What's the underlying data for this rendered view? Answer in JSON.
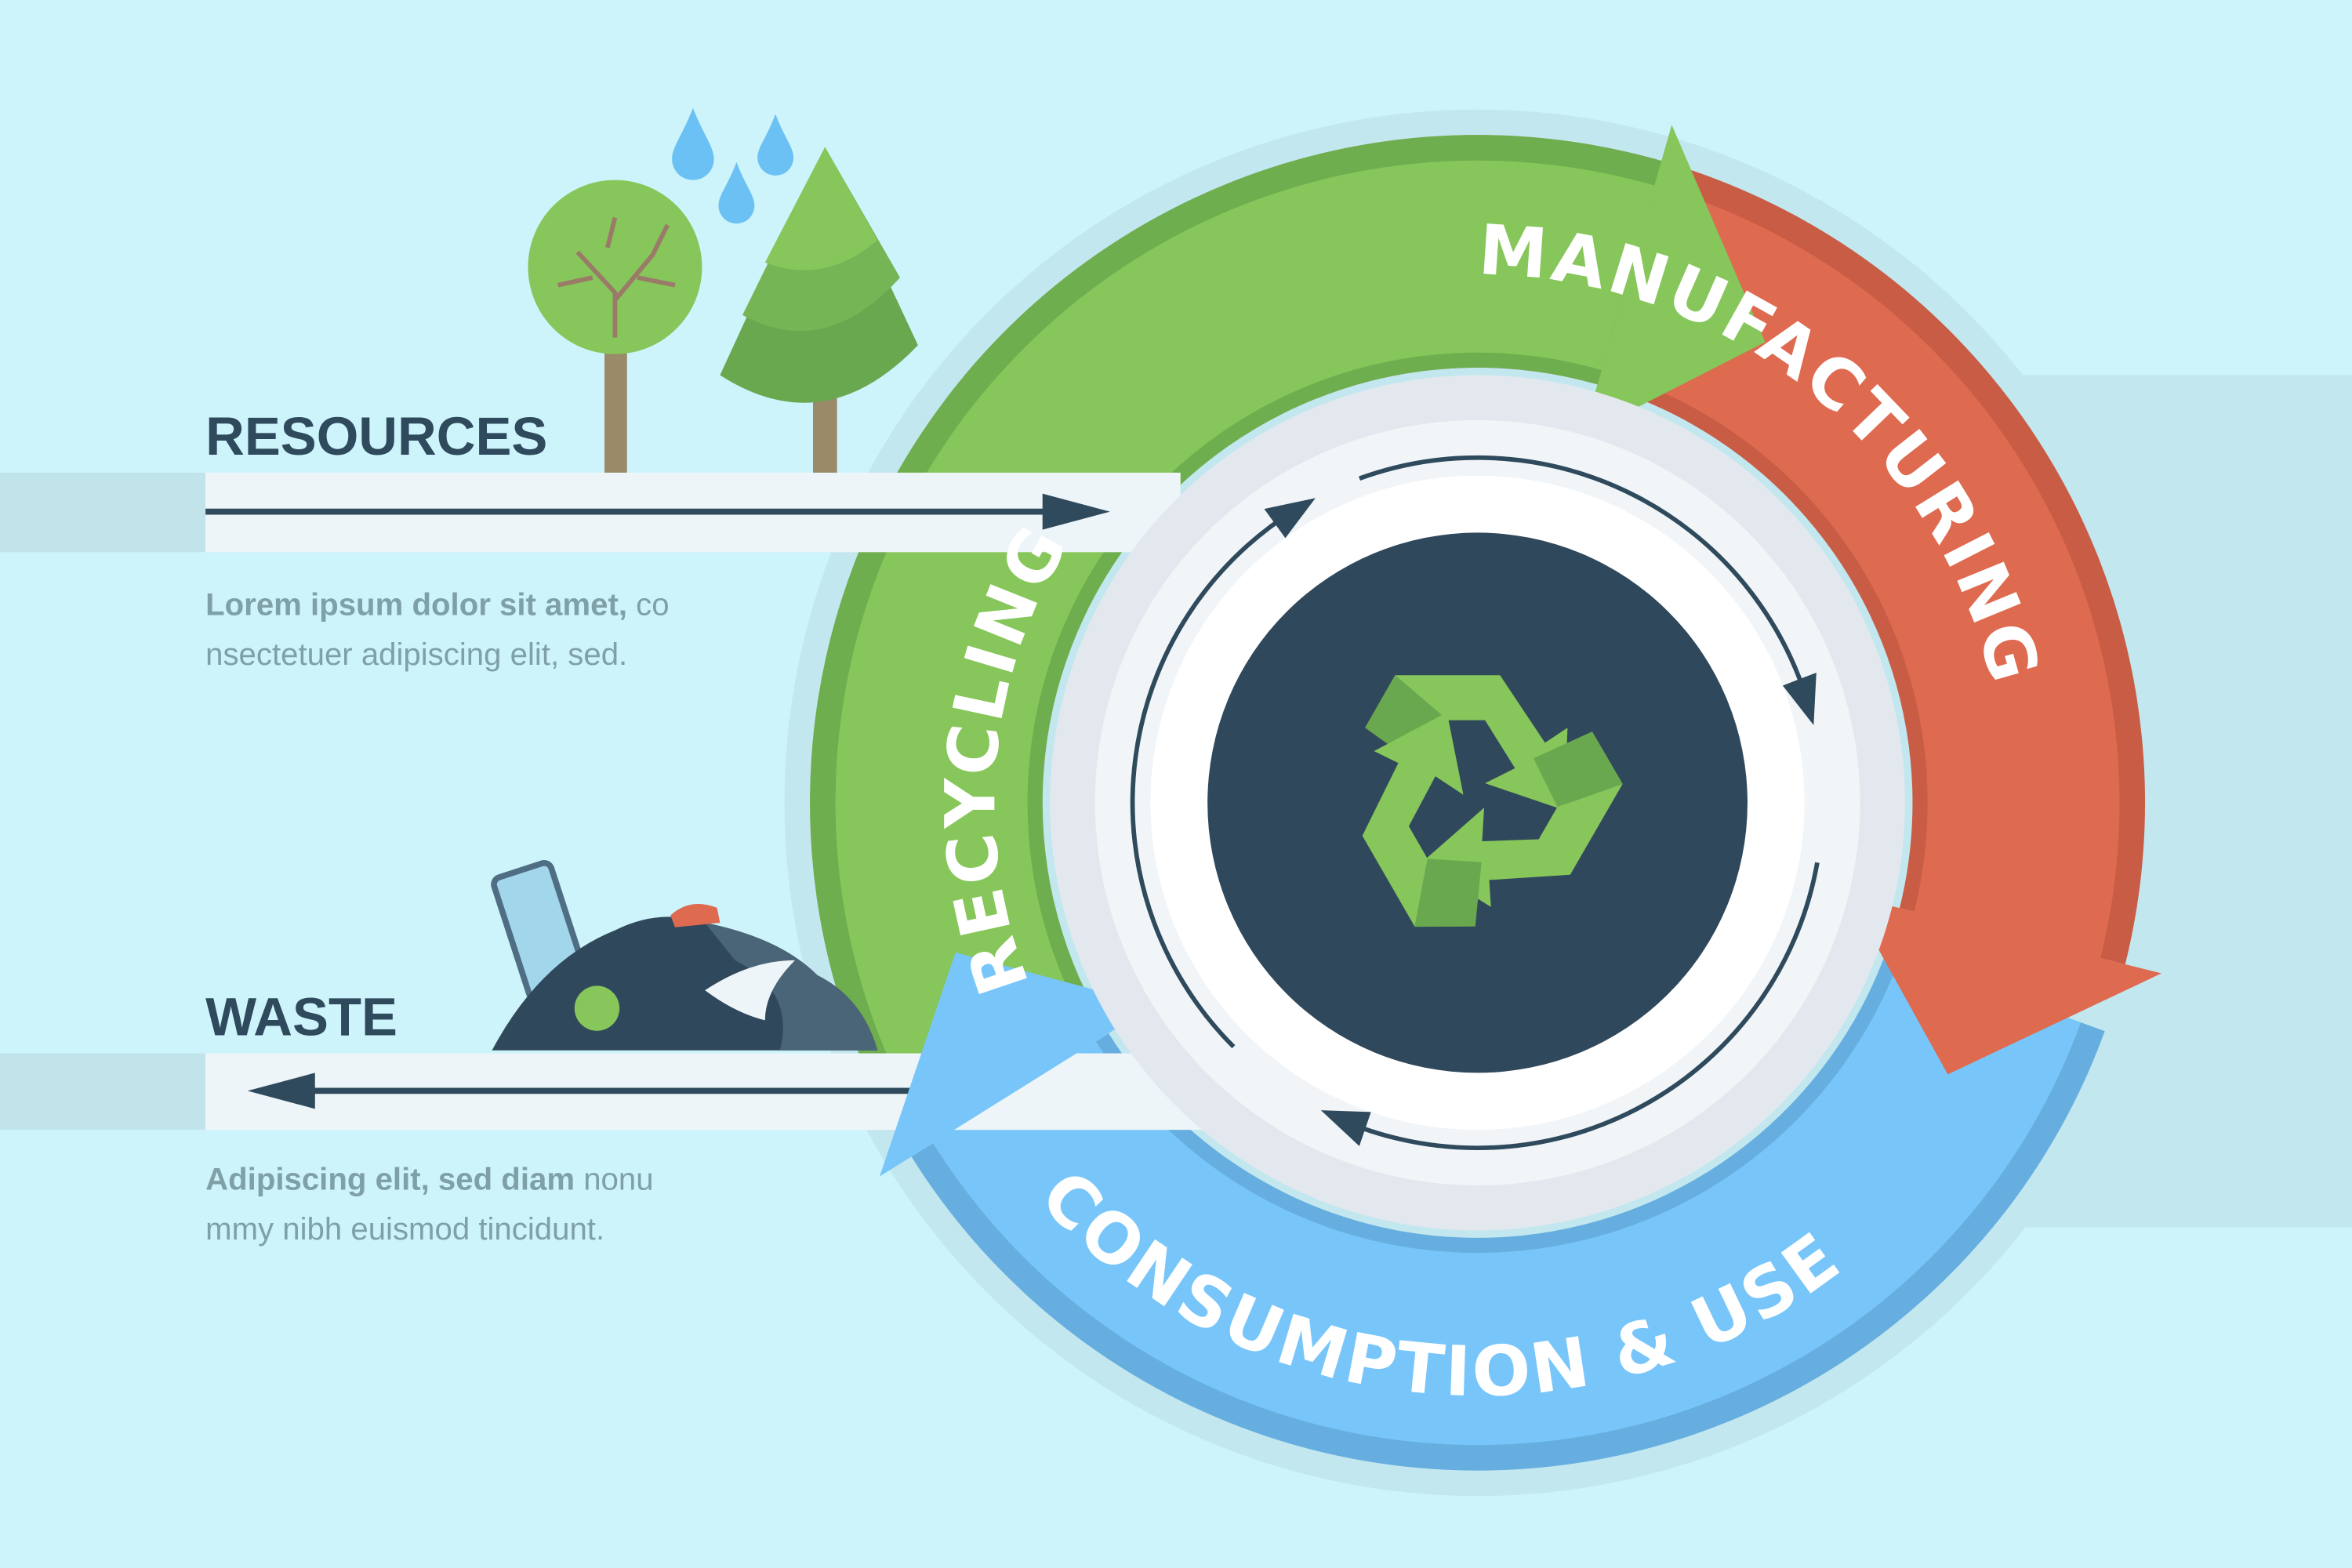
{
  "resources": {
    "title": "RESOURCES",
    "text_bold": "Lorem ipsum dolor sit amet,",
    "text_line1_rest": " co",
    "text_line2": "nsectetuer adipiscing elit, sed."
  },
  "waste": {
    "title": "WASTE",
    "text_bold": "Adipiscing elit, sed diam",
    "text_line1_rest": " nonu",
    "text_line2": "mmy nibh euismod tincidunt."
  },
  "cycle": {
    "manufacturing": "MANUFACTURING",
    "consumption": "CONSUMPTION & USE",
    "recycling": "RECYCLING"
  },
  "colors": {
    "background": "#cdf4fb",
    "manufacturing": "#de6a50",
    "consumption": "#78c6f9",
    "recycling": "#86c65a",
    "center": "#30485c"
  }
}
